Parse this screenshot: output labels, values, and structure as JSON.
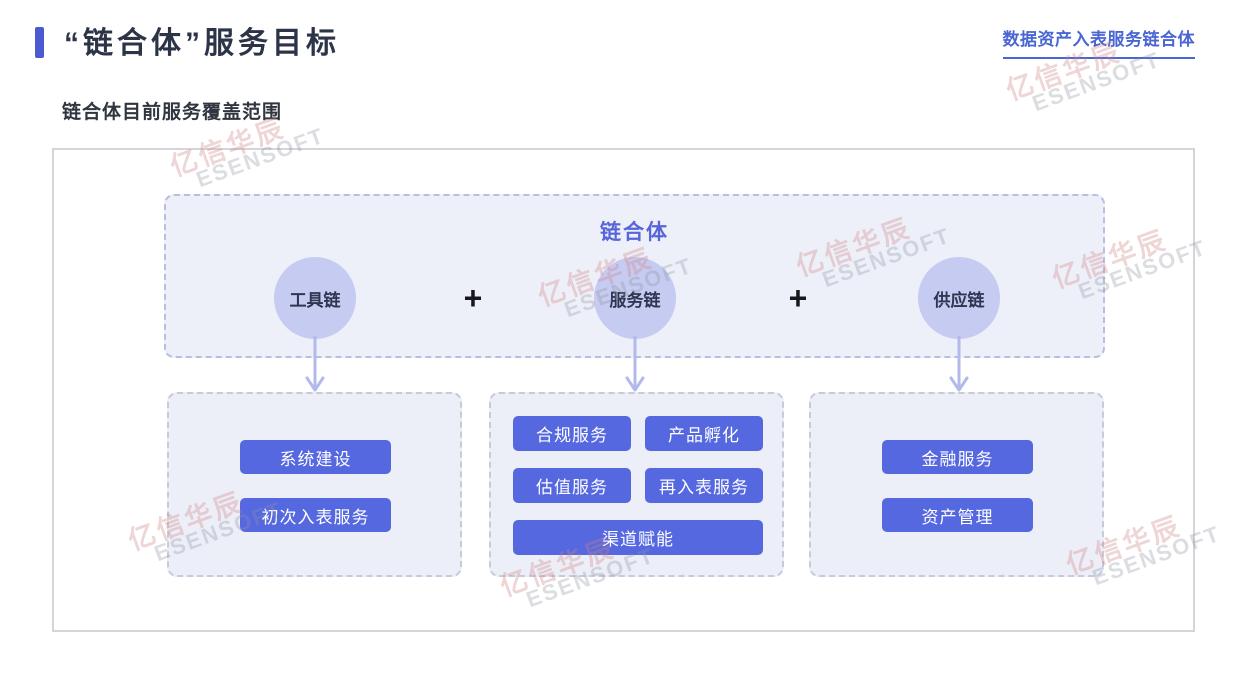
{
  "page": {
    "title": "“链合体”服务目标",
    "corner_link": "数据资产入表服务链合体",
    "subtitle": "链合体目前服务覆盖范围"
  },
  "diagram": {
    "top_box": {
      "title": "链合体",
      "nodes": [
        "工具链",
        "服务链",
        "供应链"
      ],
      "plus": "+"
    },
    "groups": [
      {
        "buttons": [
          "系统建设",
          "初次入表服务"
        ]
      },
      {
        "buttons": [
          "合规服务",
          "产品孵化",
          "估值服务",
          "再入表服务",
          "渠道赋能"
        ]
      },
      {
        "buttons": [
          "金融服务",
          "资产管理"
        ]
      }
    ]
  },
  "watermark": {
    "cn": "亿信华辰",
    "en": "ESENSOFT"
  },
  "colors": {
    "accent": "#4c5ad2",
    "link_blue": "#4966d2",
    "pill_blue": "#5568e0",
    "circle_fill": "#c6cbf2",
    "box_background": "#eef0f9",
    "title_text": "#2c3548"
  }
}
